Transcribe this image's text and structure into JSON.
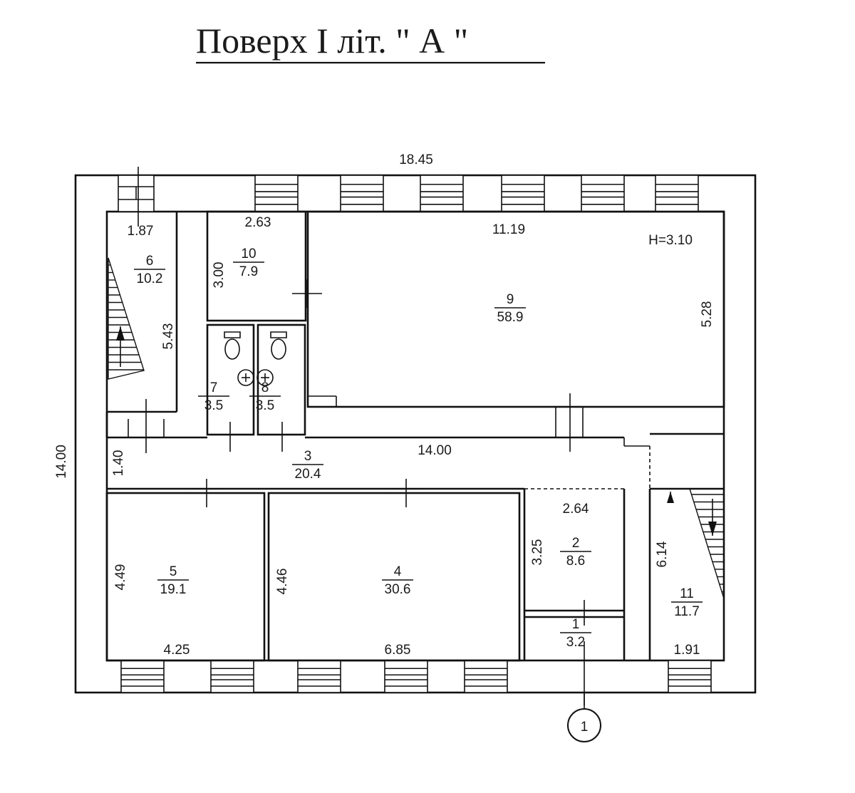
{
  "title": "Поверх I  літ. \" А \"",
  "height_label": "H=3.10",
  "axis_marker": "1",
  "dimensions": {
    "overall_width": "18.45",
    "overall_depth": "14.00",
    "room6_width": "1.87",
    "room6_length": "5.43",
    "room10_width": "2.63",
    "room10_length": "3.00",
    "room9_width": "11.19",
    "room9_length": "5.28",
    "corridor_length": "14.00",
    "corridor_width": "1.40",
    "room5_width": "4.25",
    "room5_length": "4.49",
    "room4_width": "6.85",
    "room4_length": "4.46",
    "room2_width": "2.64",
    "room2_length": "3.25",
    "room11_width": "1.91",
    "room11_length": "6.14"
  },
  "rooms": [
    {
      "number": "1",
      "area": "3.2"
    },
    {
      "number": "2",
      "area": "8.6"
    },
    {
      "number": "3",
      "area": "20.4"
    },
    {
      "number": "4",
      "area": "30.6"
    },
    {
      "number": "5",
      "area": "19.1"
    },
    {
      "number": "6",
      "area": "10.2"
    },
    {
      "number": "7",
      "area": "3.5"
    },
    {
      "number": "8",
      "area": "3.5"
    },
    {
      "number": "9",
      "area": "58.9"
    },
    {
      "number": "10",
      "area": "7.9"
    },
    {
      "number": "11",
      "area": "11.7"
    }
  ]
}
